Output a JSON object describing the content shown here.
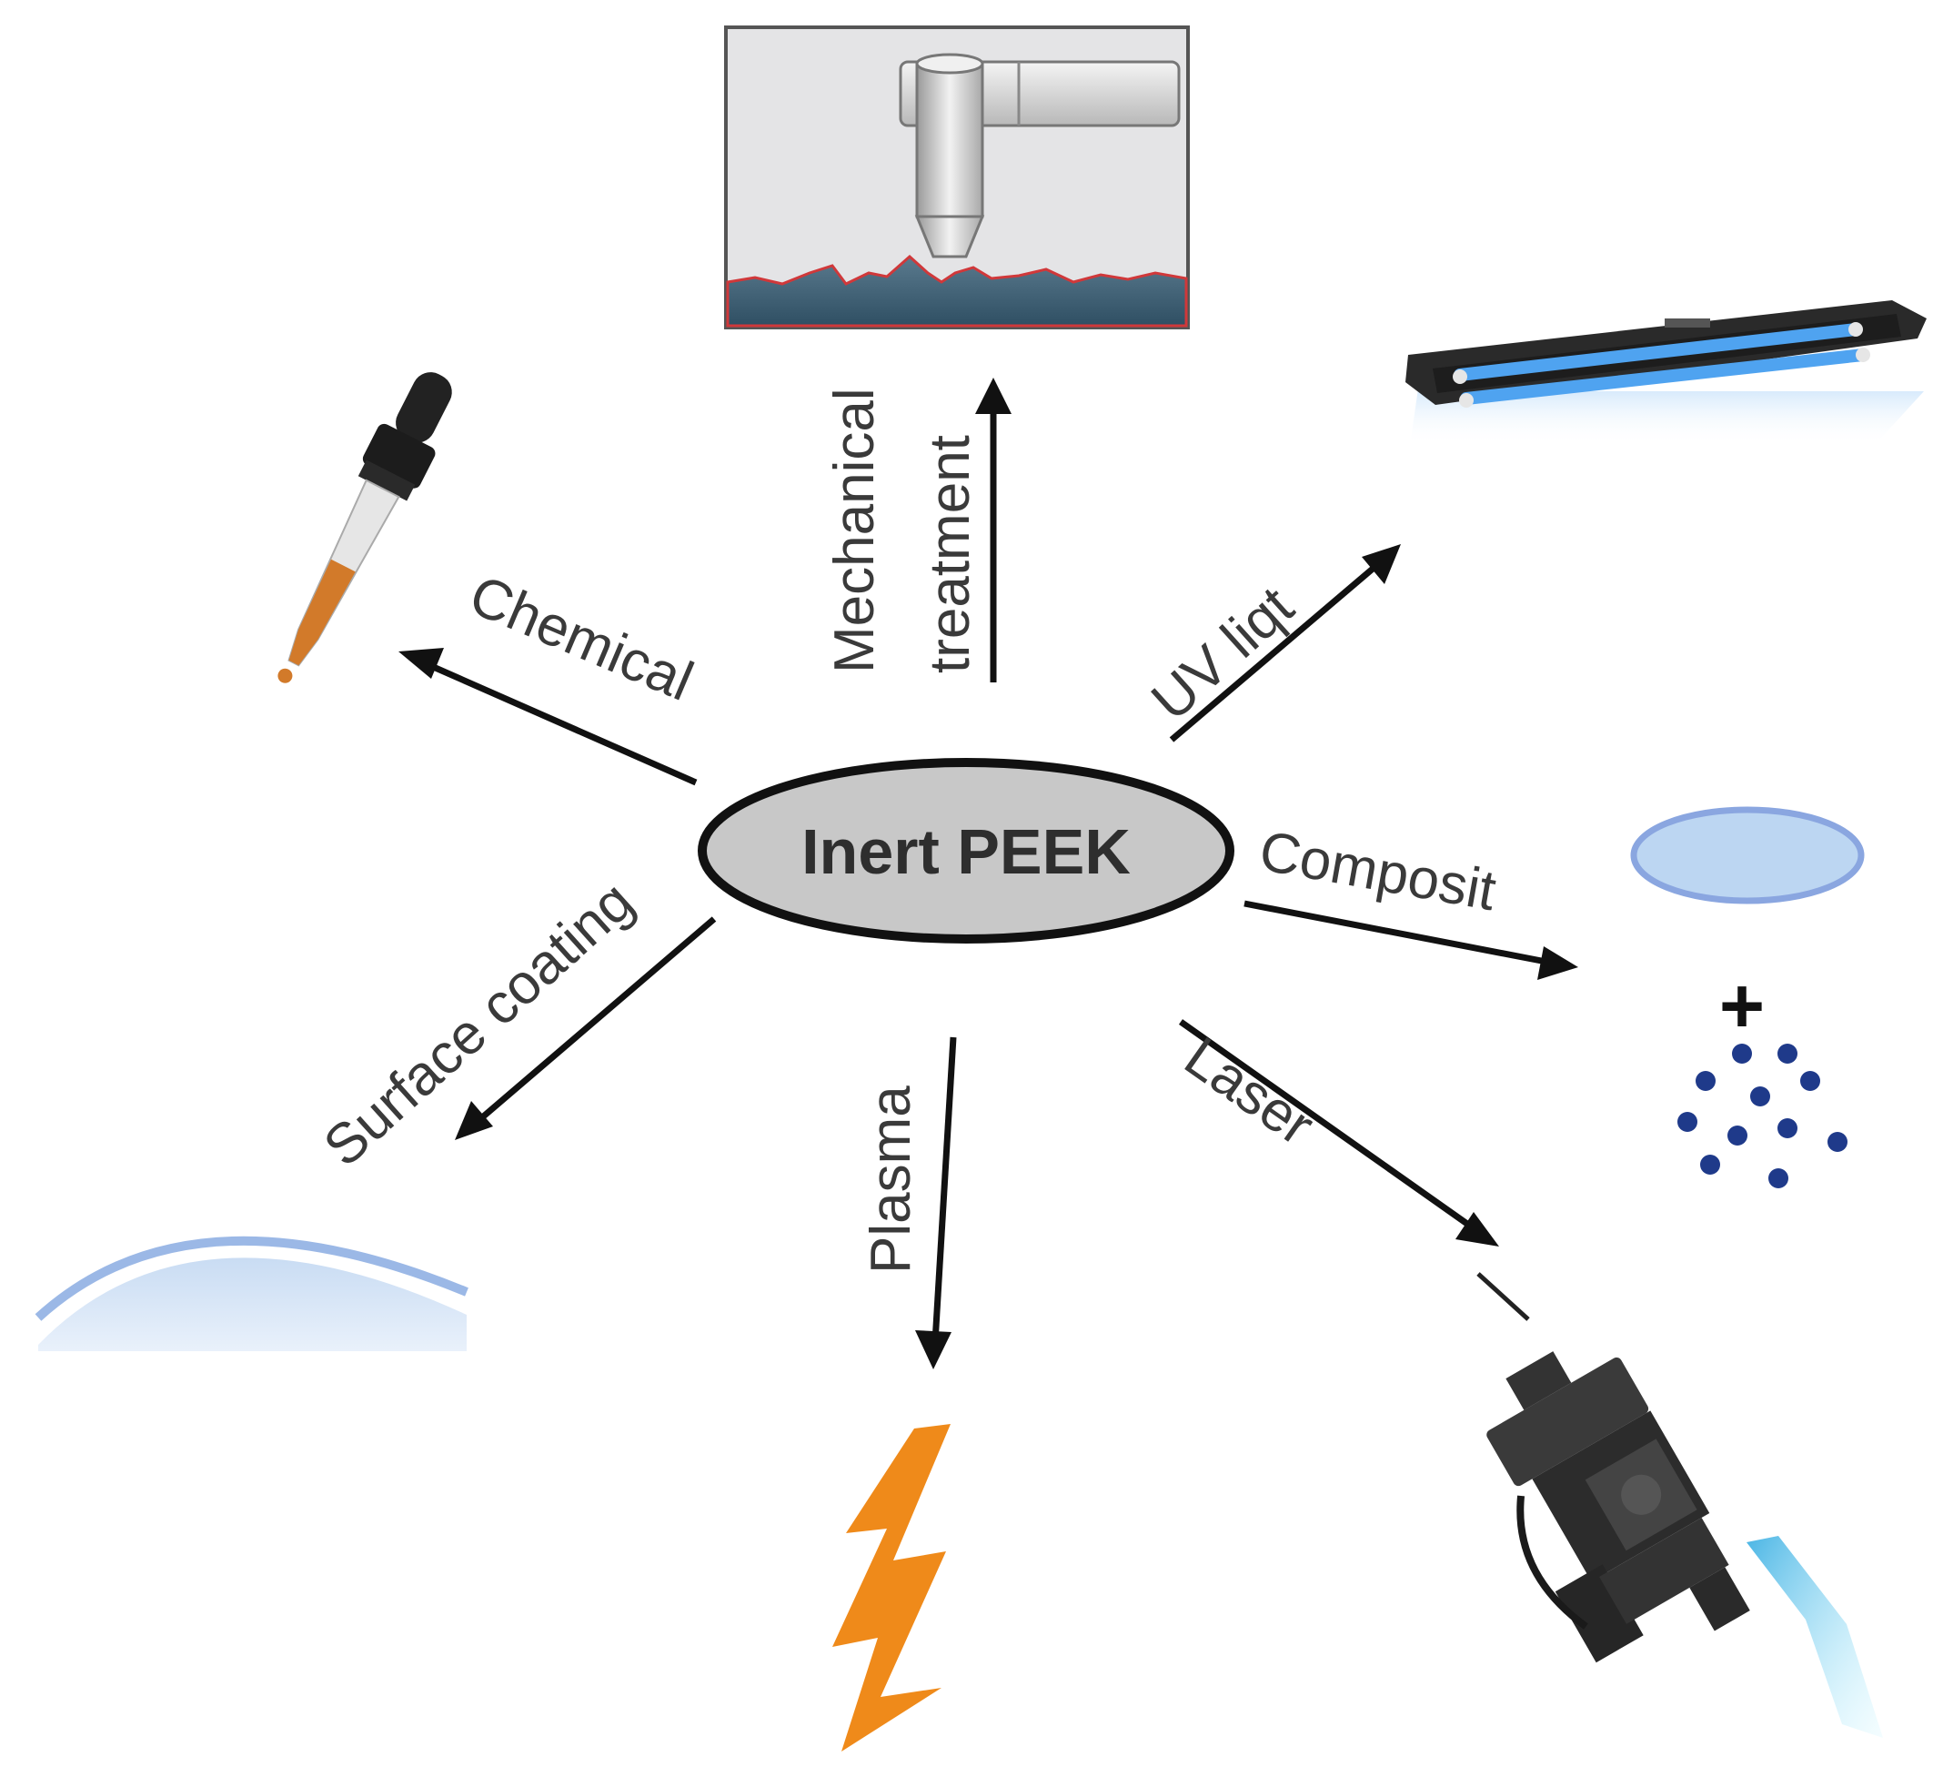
{
  "diagram": {
    "center": "Inert PEEK",
    "methods": {
      "mechanical_line1": "Mechanical",
      "mechanical_line2": "treatment",
      "uv": "UV liqt",
      "chemical": "Chemical",
      "composit": "Composit",
      "surface_coating": "Surface coating",
      "plasma": "Plasma",
      "laser": "Laser"
    },
    "plus_sign": "+"
  },
  "icons": {
    "mechanical": "drill-surface-icon",
    "uv": "uv-lamp-icon",
    "chemical": "dropper-icon",
    "composit": "disc-and-particles-icon",
    "surface_coating": "coated-surface-icon",
    "plasma": "lightning-bolt-icon",
    "laser": "laser-head-icon"
  },
  "colors": {
    "ellipse_fill": "#c8c8c8",
    "arrow": "#111111",
    "plasma_bolt": "#ef8a1a",
    "uv_glow": "#4fa3f0",
    "disc_fill": "#bcd6f2",
    "particle": "#1f3a8a",
    "dropper_liquid": "#d27a2a",
    "laser_beam": "#5fd8f0"
  }
}
